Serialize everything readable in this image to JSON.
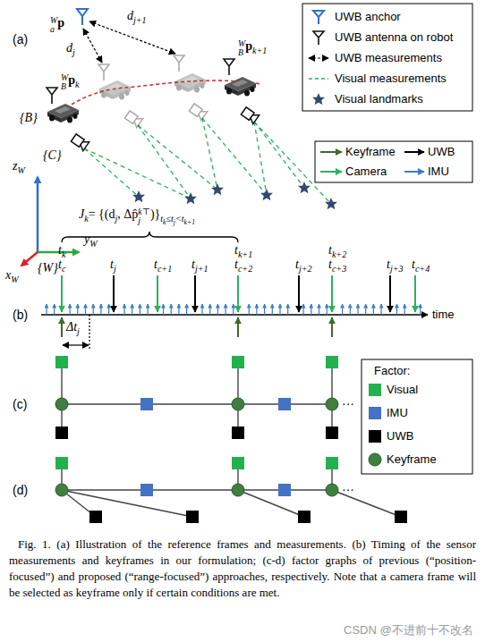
{
  "diagram": {
    "caption": "Fig. 1. (a) Illustration of the reference frames and measurements. (b) Timing of the sensor measurements and keyframes in our formulation; (c-d) factor graphs of previous (“position-focused”) and proposed (“range-focused”) approaches, respectively. Note that a camera frame will be selected as keyframe only if certain conditions are met.",
    "labels": [
      "(a)",
      "W",
      "a",
      "p",
      "d",
      "j",
      "d",
      "j+1",
      "W",
      "B",
      "p",
      "k",
      "W",
      "B",
      "p",
      "k+1",
      "{B}",
      "{C}",
      "z",
      "W",
      "y",
      "W",
      "x",
      "W",
      "{W}",
      "(b)",
      "J",
      "k",
      "= {(d",
      "j",
      ", Δp̂",
      "j",
      "k⊤",
      ")}",
      "t",
      "k",
      "≤t",
      "j",
      "<t",
      "k+1",
      "t",
      "k",
      "t",
      "c",
      "t",
      "j",
      "t",
      "c+1",
      "t",
      "j+1",
      "t",
      "k+1",
      "t",
      "c+2",
      "t",
      "j+2",
      "t",
      "k+2",
      "t",
      "c+3",
      "t",
      "j+3",
      "t",
      "c+4",
      "Δt",
      "j",
      "time",
      "(c)",
      "···",
      "(d)",
      "···",
      "Factor:",
      "CSDN @不进前十不改名"
    ],
    "legend": [
      {
        "text": "UWB anchor"
      },
      {
        "text": "UWB antenna on robot"
      },
      {
        "text": "UWB measurements"
      },
      {
        "text": "Visual measurements"
      },
      {
        "text": "Visual landmarks"
      },
      {
        "text": "Keyframe"
      },
      {
        "text": "UWB"
      },
      {
        "text": "Camera"
      },
      {
        "text": "IMU"
      },
      {
        "text": "Visual",
        "color": "#22b14c"
      },
      {
        "text": "IMU",
        "color": "#4472c4"
      },
      {
        "text": "UWB",
        "color": "#000000"
      },
      {
        "text": "Keyframe"
      }
    ]
  }
}
